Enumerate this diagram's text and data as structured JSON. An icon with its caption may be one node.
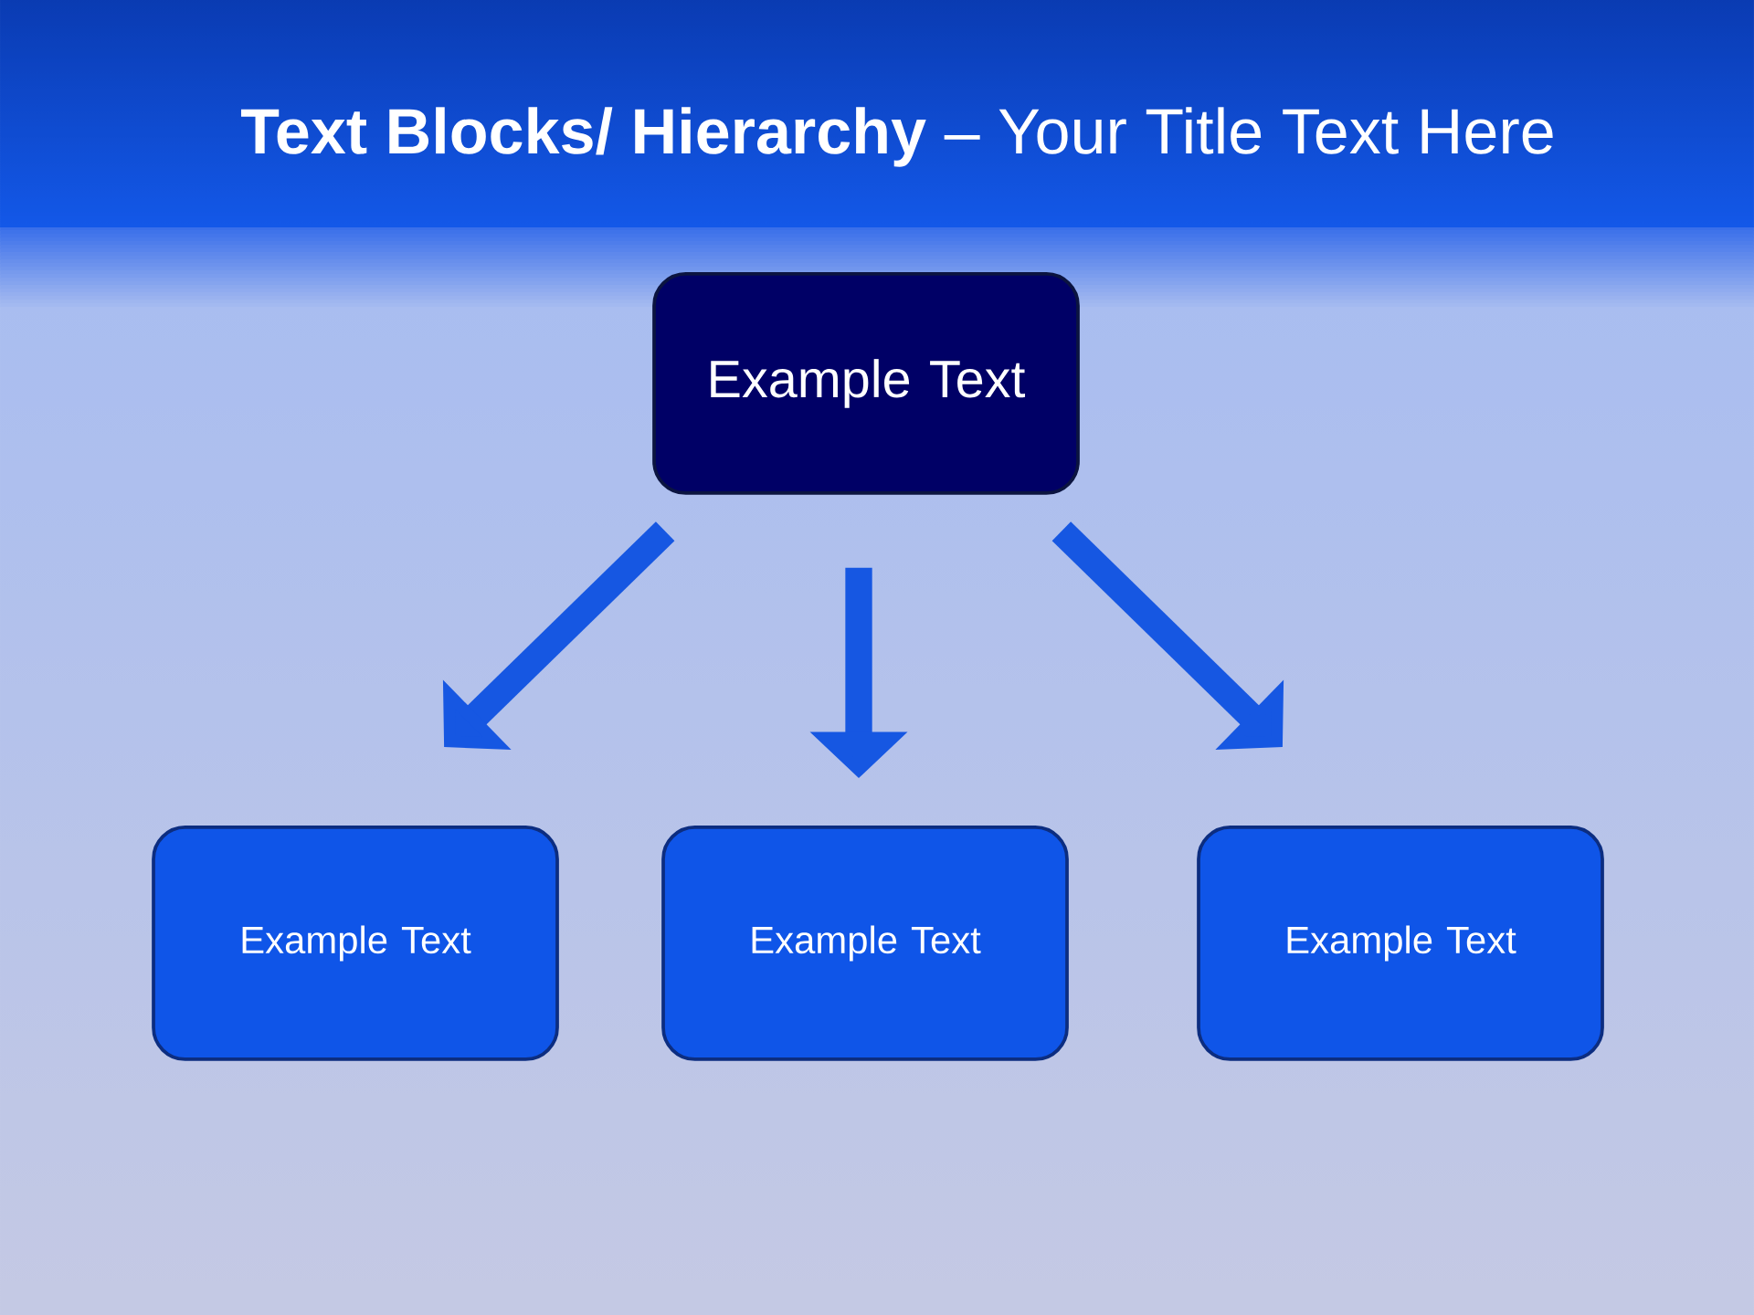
{
  "diagram": {
    "title": "**Text Blocks/ Hierarchy** – Your Title Text Here",
    "nodes": [
      {
        "text": [
          "Example Text"
        ]
      },
      {
        "text": [
          "Example Text"
        ]
      },
      {
        "text": [
          "Example Text"
        ]
      },
      {
        "text": [
          "Example Text"
        ]
      }
    ],
    "edges": [
      {
        "from": 0,
        "to": 1,
        "arrow": "to"
      },
      {
        "from": 0,
        "to": 2,
        "arrow": "to"
      },
      {
        "from": 0,
        "to": 3,
        "arrow": "to"
      }
    ]
  }
}
